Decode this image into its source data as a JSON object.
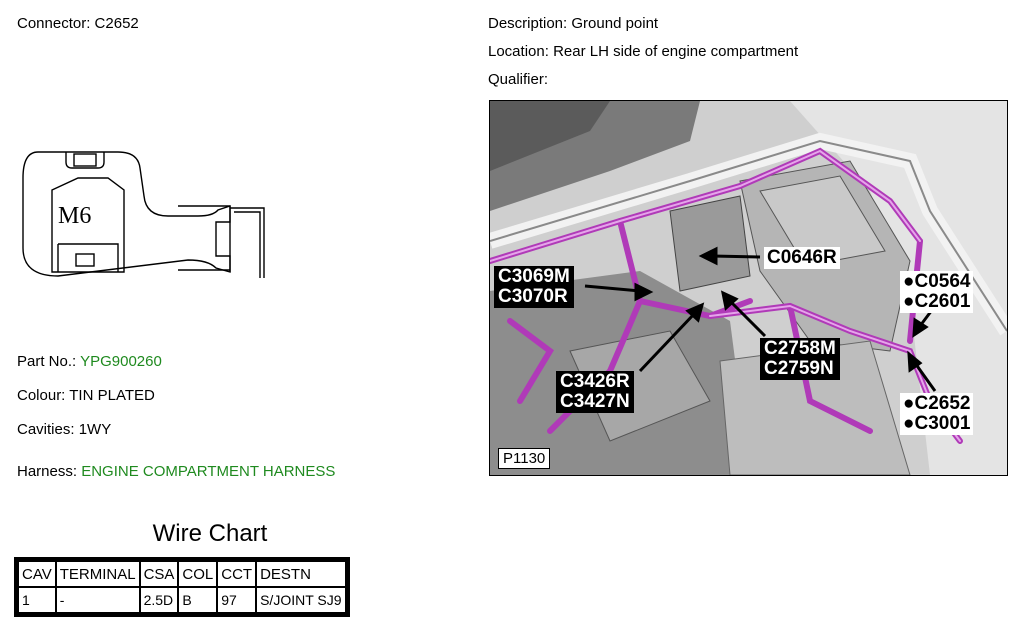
{
  "connector": {
    "label": "Connector:",
    "value": "C2652"
  },
  "description": {
    "label": "Description:",
    "value": "Ground point"
  },
  "location": {
    "label": "Location:",
    "value": "Rear LH side of engine compartment"
  },
  "qualifier": {
    "label": "Qualifier:",
    "value": ""
  },
  "connector_drawing": {
    "text": "M6"
  },
  "part": {
    "label": "Part No.:",
    "value": "YPG900260",
    "value_color": "#1f8a1f"
  },
  "colour": {
    "label": "Colour:",
    "value": "TIN PLATED"
  },
  "cavities": {
    "label": "Cavities:",
    "value": "1WY"
  },
  "harness": {
    "label": "Harness:",
    "value": "ENGINE COMPARTMENT HARNESS",
    "value_color": "#1f8a1f"
  },
  "photo": {
    "reference": "P1130",
    "callouts": {
      "c0646r": "C0646R",
      "c3069m": "C3069M",
      "c3070r": "C3070R",
      "c0564": "C0564",
      "c2601": "C2601",
      "c2758m": "C2758M",
      "c2759n": "C2759N",
      "c3426r": "C3426R",
      "c3427n": "C3427N",
      "c2652": "C2652",
      "c3001": "C3001"
    },
    "bullet": "●",
    "harness_color": "#b03ab8"
  },
  "wire_chart": {
    "title": "Wire Chart",
    "headers": [
      "CAV",
      "TERMINAL",
      "CSA",
      "COL",
      "CCT",
      "DESTN"
    ],
    "rows": [
      [
        "1",
        "-",
        "2.5D",
        "B",
        "97",
        "S/JOINT SJ9"
      ]
    ]
  }
}
